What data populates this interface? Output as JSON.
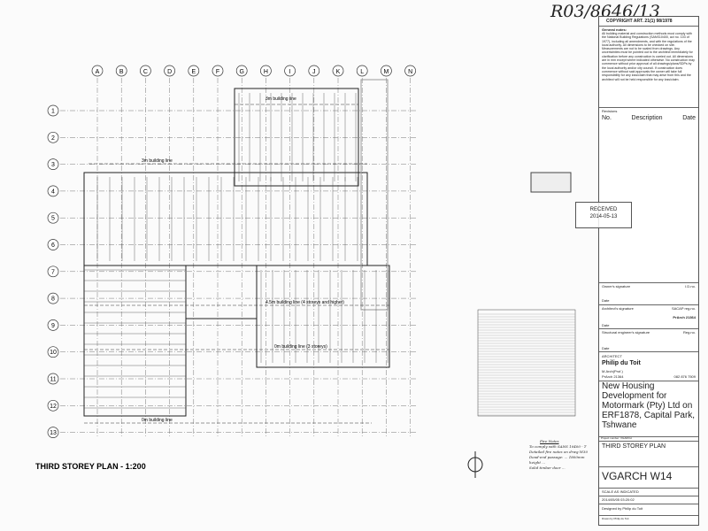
{
  "handwritten_ref": "R03/8646/13",
  "plan": {
    "title": "THIRD STOREY PLAN - 1:200",
    "columns": [
      "A",
      "B",
      "C",
      "D",
      "E",
      "F",
      "G",
      "H",
      "I",
      "J",
      "K",
      "L",
      "M",
      "N"
    ],
    "rows": [
      "1",
      "2",
      "3",
      "4",
      "5",
      "6",
      "7",
      "8",
      "9",
      "10",
      "11",
      "12",
      "13"
    ],
    "labels": {
      "bl_3m_top": "3m building line",
      "bl_3m_mid": "3m building line",
      "bl_45m": "4.5m building line (4 storeys and higher)",
      "bl_0m_3": "0m building line (3 storeys)",
      "bl_0m_bottom": "0m building line"
    }
  },
  "notes_handwritten": [
    "Fire Notes",
    "To comply with SANS 10400 - T",
    "Detailed fire notes on drwg W30",
    "Dead-end passage: ... 1800mm height ...",
    "Solid timber door ..."
  ],
  "stamps": {
    "received": "RECEIVED",
    "date": "2014-05-13"
  },
  "title_block": {
    "copyright": "COPYRIGHT ART. 21(1) 98/1978",
    "general_notes_heading": "General notes:",
    "general_notes": "All building material and construction methods must comply with the National Building Regulations (SANS10400, act no. 103 of 1977), including all amendments, and with the regulations of the local authority. All dimensions to be checked on site. Measurements are not to be scaled from drawings. Any uncertainties must be pointed out to the architect immediately for clarification before any construction is carried out. All dimensions are in mm except where indicated otherwise. No construction may commence without prior approval of all drawings/plans/SDPs by the local authority and/or city council. If construction does commence without said approvals the owner will take full responsibility for any loss/claim that may arise from this and the architect will not be held responsible for any loss/claim.",
    "revisions_label": "Revisions",
    "rev_headers": [
      "No.",
      "Description",
      "Date"
    ],
    "owner_signature": "Owner's signature",
    "id_no": "I.D.no.",
    "date_label": "Date",
    "architect_signature": "Architect's signature",
    "sacap": "SACAP reg.no.",
    "pr_arch": "PrArch 21364",
    "structural_signature": "Structural engineer's signature",
    "reg_no": "Reg.no.",
    "architect_heading": "ARCHITECT",
    "architect_name": "Philip du Toit",
    "architect_quals": "M.Arch(Prof.)",
    "architect_prarch": "PrArch 21364",
    "architect_phone": "082 876 7509",
    "project_title": "New Housing Development for Motormark (Pty) Ltd on ERF1878, Capital Park, Tshwane",
    "project_number": "Project number: VGARCH",
    "drawing_title": "THIRD STOREY PLAN",
    "drawing_number": "VGARCH W14",
    "scale": "SCALE AS INDICATED",
    "datetime": "2014/05/05 03:20:02",
    "designed_by": "Designed by Philip du Toit",
    "drawn_by": "Drawn by Philip du Toit"
  }
}
